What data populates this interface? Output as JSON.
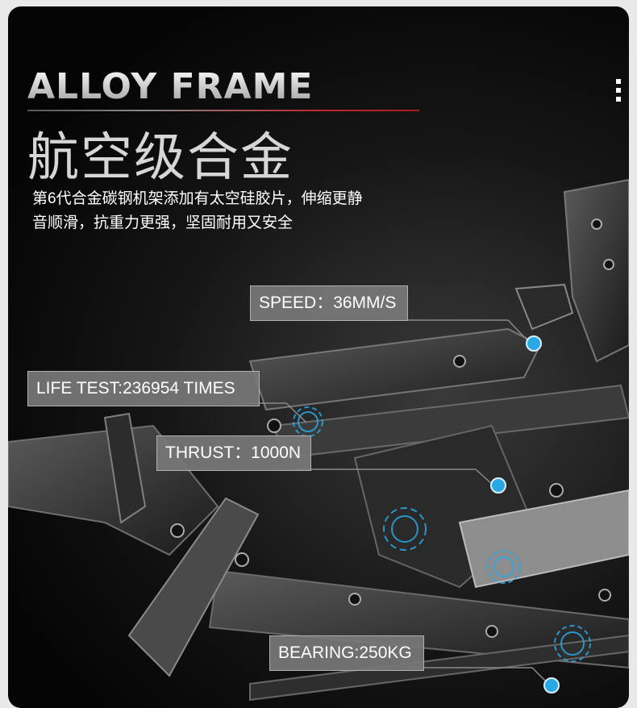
{
  "header": {
    "title_en": "ALLOY FRAME",
    "title_cn": "航空级合金",
    "description_line1": "第6代合金碳钢机架添加有太空硅胶片，伸缩更静",
    "description_line2": "音顺滑，抗重力更强，坚固耐用又安全"
  },
  "specs": {
    "speed": "SPEED：36MM/S",
    "life_test": "LIFE TEST:236954 TIMES",
    "thrust": "THRUST：1000N",
    "bearing": "BEARING:250KG"
  },
  "colors": {
    "accent_rule": "#c0262c",
    "marker_blue": "#2aa8e6",
    "label_bg": "#7a7a7a"
  },
  "icons": {
    "menu": "vertical-dots-icon"
  }
}
